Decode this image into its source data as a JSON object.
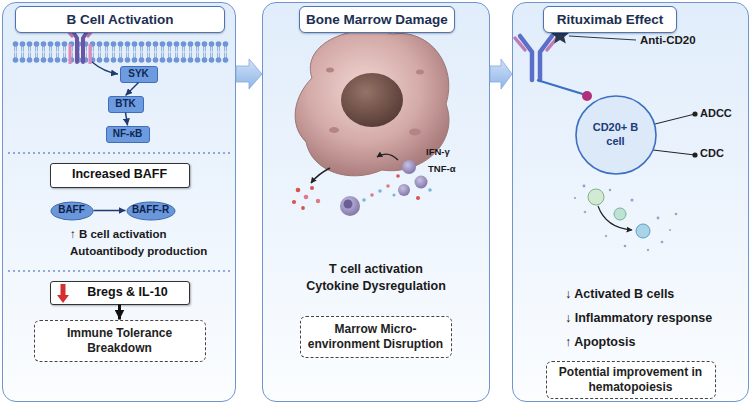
{
  "diagram": {
    "nodes": [
      {
        "text": [
          "B Cell Activation"
        ]
      },
      {
        "text": [
          "SYK"
        ],
        "in": 0
      },
      {
        "text": [
          "BTK"
        ],
        "in": 0
      },
      {
        "text": [
          "NF-κB"
        ],
        "in": 0
      },
      {
        "text": [
          "Increased BAFF"
        ],
        "in": 0
      },
      {
        "text": [
          "BAFF"
        ],
        "in": 0
      },
      {
        "text": [
          "BAFF-R"
        ],
        "in": 0
      },
      {
        "text": [
          "Bregs & IL-10"
        ],
        "in": 0
      },
      {
        "text": [
          "Immune Tolerance Breakdown"
        ],
        "in": 0
      },
      {
        "text": [
          "Bone Marrow Damage"
        ]
      },
      {
        "text": [
          "Marrow Micro-environment Disruption"
        ],
        "in": 9
      },
      {
        "text": [
          "Rituximab Effect"
        ]
      },
      {
        "text": [
          "CD20+ B cell"
        ],
        "in": 11
      },
      {
        "text": [
          "Potential improvement in hematopoiesis"
        ],
        "in": 11
      }
    ],
    "edges": [
      {
        "from": 1,
        "to": 2,
        "arrow": "to"
      },
      {
        "from": 2,
        "to": 3,
        "arrow": "to"
      },
      {
        "from": 5,
        "to": 6,
        "arrow": "to"
      },
      {
        "from": 7,
        "to": 8,
        "arrow": "to"
      },
      {
        "from": 0,
        "to": 9,
        "arrow": "to"
      },
      {
        "from": 9,
        "to": 11,
        "arrow": "to"
      }
    ],
    "labels": [
      "↑ B cell activation",
      "Autoantibody production",
      "IFN-γ",
      "TNF-α",
      "T cell activation",
      "Cytokine Dysregulation",
      "Anti-CD20",
      "ADCC",
      "CDC",
      "↓ Activated B cells",
      "↓ Inflammatory response",
      "↑ Apoptosis"
    ]
  }
}
